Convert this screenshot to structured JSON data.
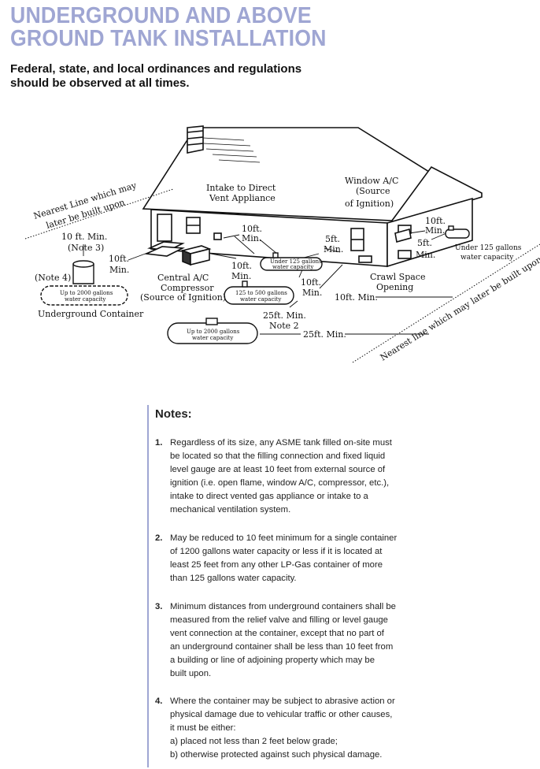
{
  "header": {
    "title_line1": "UNDERGROUND AND ABOVE",
    "title_line2": "GROUND TANK INSTALLATION",
    "subtitle_line1": "Federal, state, and local ordinances and regulations",
    "subtitle_line2": "should be observed at all times."
  },
  "diagram": {
    "nearest_line_left_1": "Nearest Line which may",
    "nearest_line_left_2": "later be built upon",
    "nearest_line_right": "Nearest line which may later be built upon",
    "intake_1": "Intake to Direct",
    "intake_2": "Vent Appliance",
    "window_ac_1": "Window A/C",
    "window_ac_2": "(Source",
    "window_ac_3": "of Ignition)",
    "ten_ft_min_note3_1": "10 ft. Min.",
    "ten_ft_min_note3_2": "(Note 3)",
    "note4": "(Note 4)",
    "up_to_2000_a_1": "Up to 2000 gallons",
    "up_to_2000_a_2": "water capacity",
    "underground_container": "Underground Container",
    "ten_ft_left_1": "10ft.",
    "ten_ft_left_2": "Min.",
    "central_ac_1": "Central A/C",
    "central_ac_2": "Compressor",
    "central_ac_3": "(Source of Ignition)",
    "ten_ft_intake_1": "10ft.",
    "ten_ft_intake_2": "Min.",
    "ten_ft_comp_1": "10ft.",
    "ten_ft_comp_2": "Min.",
    "five_ft_1": "5ft.",
    "five_ft_2": "Min.",
    "under_125_small_1": "Under 125 gallons",
    "under_125_small_2": "water capacity",
    "ten_ft_mid_1": "10ft.",
    "ten_ft_mid_2": "Min.",
    "crawl_1": "Crawl Space",
    "crawl_2": "Opening",
    "ten_ft_right_1": "10ft.",
    "ten_ft_right_2": "Min.",
    "five_ft_right_1": "5ft.",
    "five_ft_right_2": "Min.",
    "under_125_right_1": "Under 125 gallons",
    "under_125_right_2": "water capacity",
    "range_125_500_1": "125 to 500 gallons",
    "range_125_500_2": "water capacity",
    "ten_ft_long": "10ft. Min.",
    "twenty_five_note2_1": "25ft. Min.",
    "twenty_five_note2_2": "Note 2",
    "up_to_2000_b_1": "Up to 2000 gallons",
    "up_to_2000_b_2": "water capacity",
    "twenty_five_long": "25ft. Min."
  },
  "notes": {
    "title": "Notes:",
    "items": [
      {
        "num": "1.",
        "lines": [
          "Regardless of its size, any ASME tank filled on-site must",
          "be located so that the filling connection and fixed liquid",
          "level gauge are at least 10 feet from external source of",
          "ignition (i.e. open flame, window A/C, compressor, etc.),",
          "intake to direct vented gas appliance or intake to a",
          "mechanical ventilation system."
        ]
      },
      {
        "num": "2.",
        "lines": [
          "May be reduced to 10 feet minimum for a single container",
          "of 1200 gallons water capacity or less if it is located at",
          "least 25 feet from any other LP-Gas container of more",
          "than 125 gallons water capacity."
        ]
      },
      {
        "num": "3.",
        "lines": [
          "Minimum distances from underground containers shall be",
          "measured from the relief valve and filling or level gauge",
          "vent connection at the container, except that no part of",
          "an underground container shall be less than 10 feet from",
          "a building or line of adjoining property which may be",
          "built upon."
        ]
      },
      {
        "num": "4.",
        "lines": [
          "Where the container may be subject to abrasive action or",
          "physical damage due to vehicular traffic or other causes,",
          "it must be either:",
          "a) placed not less than 2 feet below grade;",
          "b) otherwise protected against such physical damage."
        ]
      }
    ]
  }
}
